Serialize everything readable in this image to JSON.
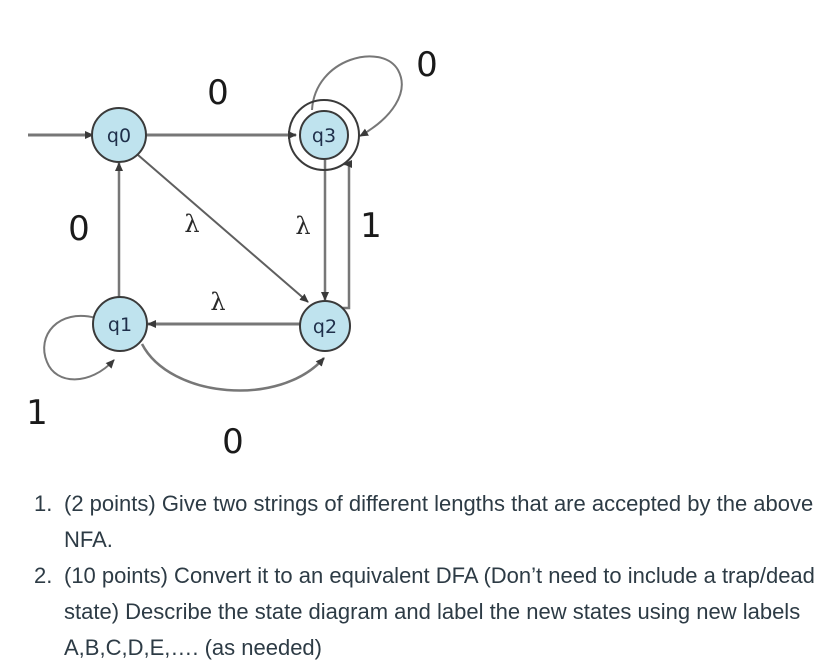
{
  "diagram": {
    "states": [
      {
        "id": "q0",
        "label": "q0",
        "accepting": false,
        "initial": true
      },
      {
        "id": "q1",
        "label": "q1",
        "accepting": false,
        "initial": false
      },
      {
        "id": "q2",
        "label": "q2",
        "accepting": false,
        "initial": false
      },
      {
        "id": "q3",
        "label": "q3",
        "accepting": true,
        "initial": false
      }
    ],
    "transitions": [
      {
        "from": "q0",
        "to": "q3",
        "label": "0"
      },
      {
        "from": "q3",
        "to": "q3",
        "label": "0"
      },
      {
        "from": "q1",
        "to": "q0",
        "label": "0"
      },
      {
        "from": "q0",
        "to": "q2",
        "label": "λ"
      },
      {
        "from": "q3",
        "to": "q2",
        "label": "λ"
      },
      {
        "from": "q2",
        "to": "q3",
        "label": "1"
      },
      {
        "from": "q2",
        "to": "q1",
        "label": "λ"
      },
      {
        "from": "q1",
        "to": "q1",
        "label": "1"
      },
      {
        "from": "q1",
        "to": "q2",
        "label": "0"
      }
    ],
    "colors": {
      "state_fill": "#bfe3ee",
      "state_stroke": "#3a3a3a",
      "edge": "#777777"
    }
  },
  "questions": [
    {
      "number": "1.",
      "text": "(2 points) Give two strings of different lengths that are accepted by the above NFA."
    },
    {
      "number": "2.",
      "text": "(10 points) Convert it to an equivalent DFA (Don’t need to include a trap/dead state) Describe the state diagram and label the new states using new labels A,B,C,D,E,…. (as needed)"
    }
  ]
}
